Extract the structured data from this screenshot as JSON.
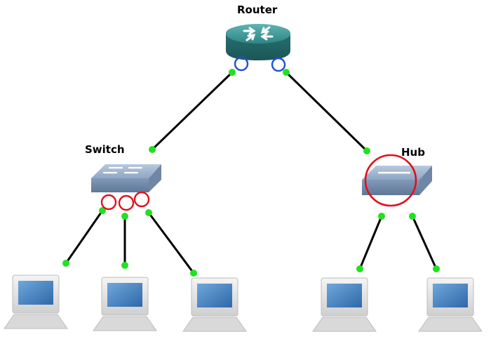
{
  "diagram": {
    "type": "network-topology",
    "devices": {
      "router": {
        "label": "Router",
        "icon": "router-icon"
      },
      "switch": {
        "label": "Switch",
        "icon": "switch-icon"
      },
      "hub": {
        "label": "Hub",
        "icon": "hub-icon"
      },
      "pcs": [
        {
          "icon": "pc-icon",
          "connected_to": "switch"
        },
        {
          "icon": "pc-icon",
          "connected_to": "switch"
        },
        {
          "icon": "pc-icon",
          "connected_to": "switch"
        },
        {
          "icon": "pc-icon",
          "connected_to": "hub"
        },
        {
          "icon": "pc-icon",
          "connected_to": "hub"
        }
      ]
    },
    "links": [
      {
        "from": "router",
        "to": "switch"
      },
      {
        "from": "router",
        "to": "hub"
      },
      {
        "from": "switch",
        "to": "pc-1"
      },
      {
        "from": "switch",
        "to": "pc-2"
      },
      {
        "from": "switch",
        "to": "pc-3"
      },
      {
        "from": "hub",
        "to": "pc-4"
      },
      {
        "from": "hub",
        "to": "pc-5"
      }
    ],
    "highlights": [
      {
        "name": "router-port-highlight",
        "color": "#1f4fd6",
        "count": 2
      },
      {
        "name": "switch-port-highlight",
        "color": "#e0101a",
        "count": 3
      },
      {
        "name": "hub-device-highlight",
        "color": "#e0101a",
        "count": 1
      }
    ],
    "colors": {
      "link": "#000000",
      "port_dot": "#22e022",
      "router_body": "#2e8b8b",
      "switch_body": "#8aa3c4",
      "screen": "#4a86c5"
    }
  }
}
